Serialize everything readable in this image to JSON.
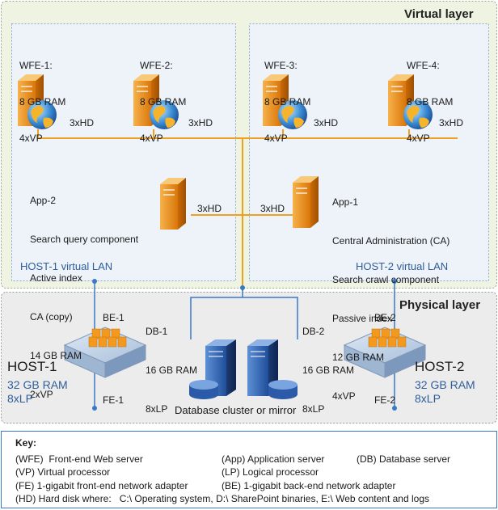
{
  "virtual_layer": {
    "title": "Virtual layer",
    "wfe": [
      {
        "name": "WFE-1:",
        "ram": "8 GB RAM",
        "vp": "4xVP",
        "hd": "3xHD"
      },
      {
        "name": "WFE-2:",
        "ram": "8 GB RAM",
        "vp": "4xVP",
        "hd": "3xHD"
      },
      {
        "name": "WFE-3:",
        "ram": "8 GB RAM",
        "vp": "4xVP",
        "hd": "3xHD"
      },
      {
        "name": "WFE-4:",
        "ram": "8 GB RAM",
        "vp": "4xVP",
        "hd": "3xHD"
      }
    ],
    "app2": {
      "lines": [
        "App-2",
        "Search query component",
        "Active index",
        "CA (copy)",
        "14 GB RAM",
        "2xVP"
      ],
      "hd": "3xHD"
    },
    "app1": {
      "lines": [
        "App-1",
        "Central Administration (CA)",
        "Search crawl component",
        "Passive index",
        "12 GB RAM",
        "4xVP"
      ],
      "hd": "3xHD"
    },
    "host1_lan": "HOST-1 virtual LAN",
    "host2_lan": "HOST-2 virtual LAN"
  },
  "physical_layer": {
    "title": "Physical layer",
    "host1": {
      "name": "HOST-1",
      "ram": "32 GB RAM",
      "lp": "8xLP",
      "be": "BE-1",
      "fe": "FE-1"
    },
    "host2": {
      "name": "HOST-2",
      "ram": "32 GB RAM",
      "lp": "8xLP",
      "be": "BE-2",
      "fe": "FE-2"
    },
    "db1": {
      "name": "DB-1",
      "ram": "16 GB RAM",
      "lp": "8xLP"
    },
    "db2": {
      "name": "DB-2",
      "ram": "16 GB RAM",
      "lp": "8xLP"
    },
    "cluster_label": "Database cluster or mirror"
  },
  "key": {
    "title": "Key:",
    "rows": [
      [
        "(WFE)  Front-end Web server",
        "(App) Application server",
        "(DB) Database server"
      ],
      [
        "(VP) Virtual processor",
        "(LP) Logical processor"
      ],
      [
        "(FE) 1-gigabit front-end network adapter",
        "(BE) 1-gigabit back-end network adapter"
      ],
      [
        "(HD) Hard disk where:   C:\\ Operating system, D:\\ SharePoint binaries, E:\\ Web content and logs"
      ]
    ]
  },
  "colors": {
    "virtual_bg": "#eef3e2",
    "lan_bg": "#edf3f9",
    "physical_bg": "#ececec",
    "orange_line": "#f0a020",
    "blue_line": "#3a78c8",
    "server_orange": "#f39a1e"
  },
  "icons": [
    "server-icon",
    "globe-icon",
    "database-server-icon",
    "database-disk-icon",
    "physical-host-icon"
  ]
}
